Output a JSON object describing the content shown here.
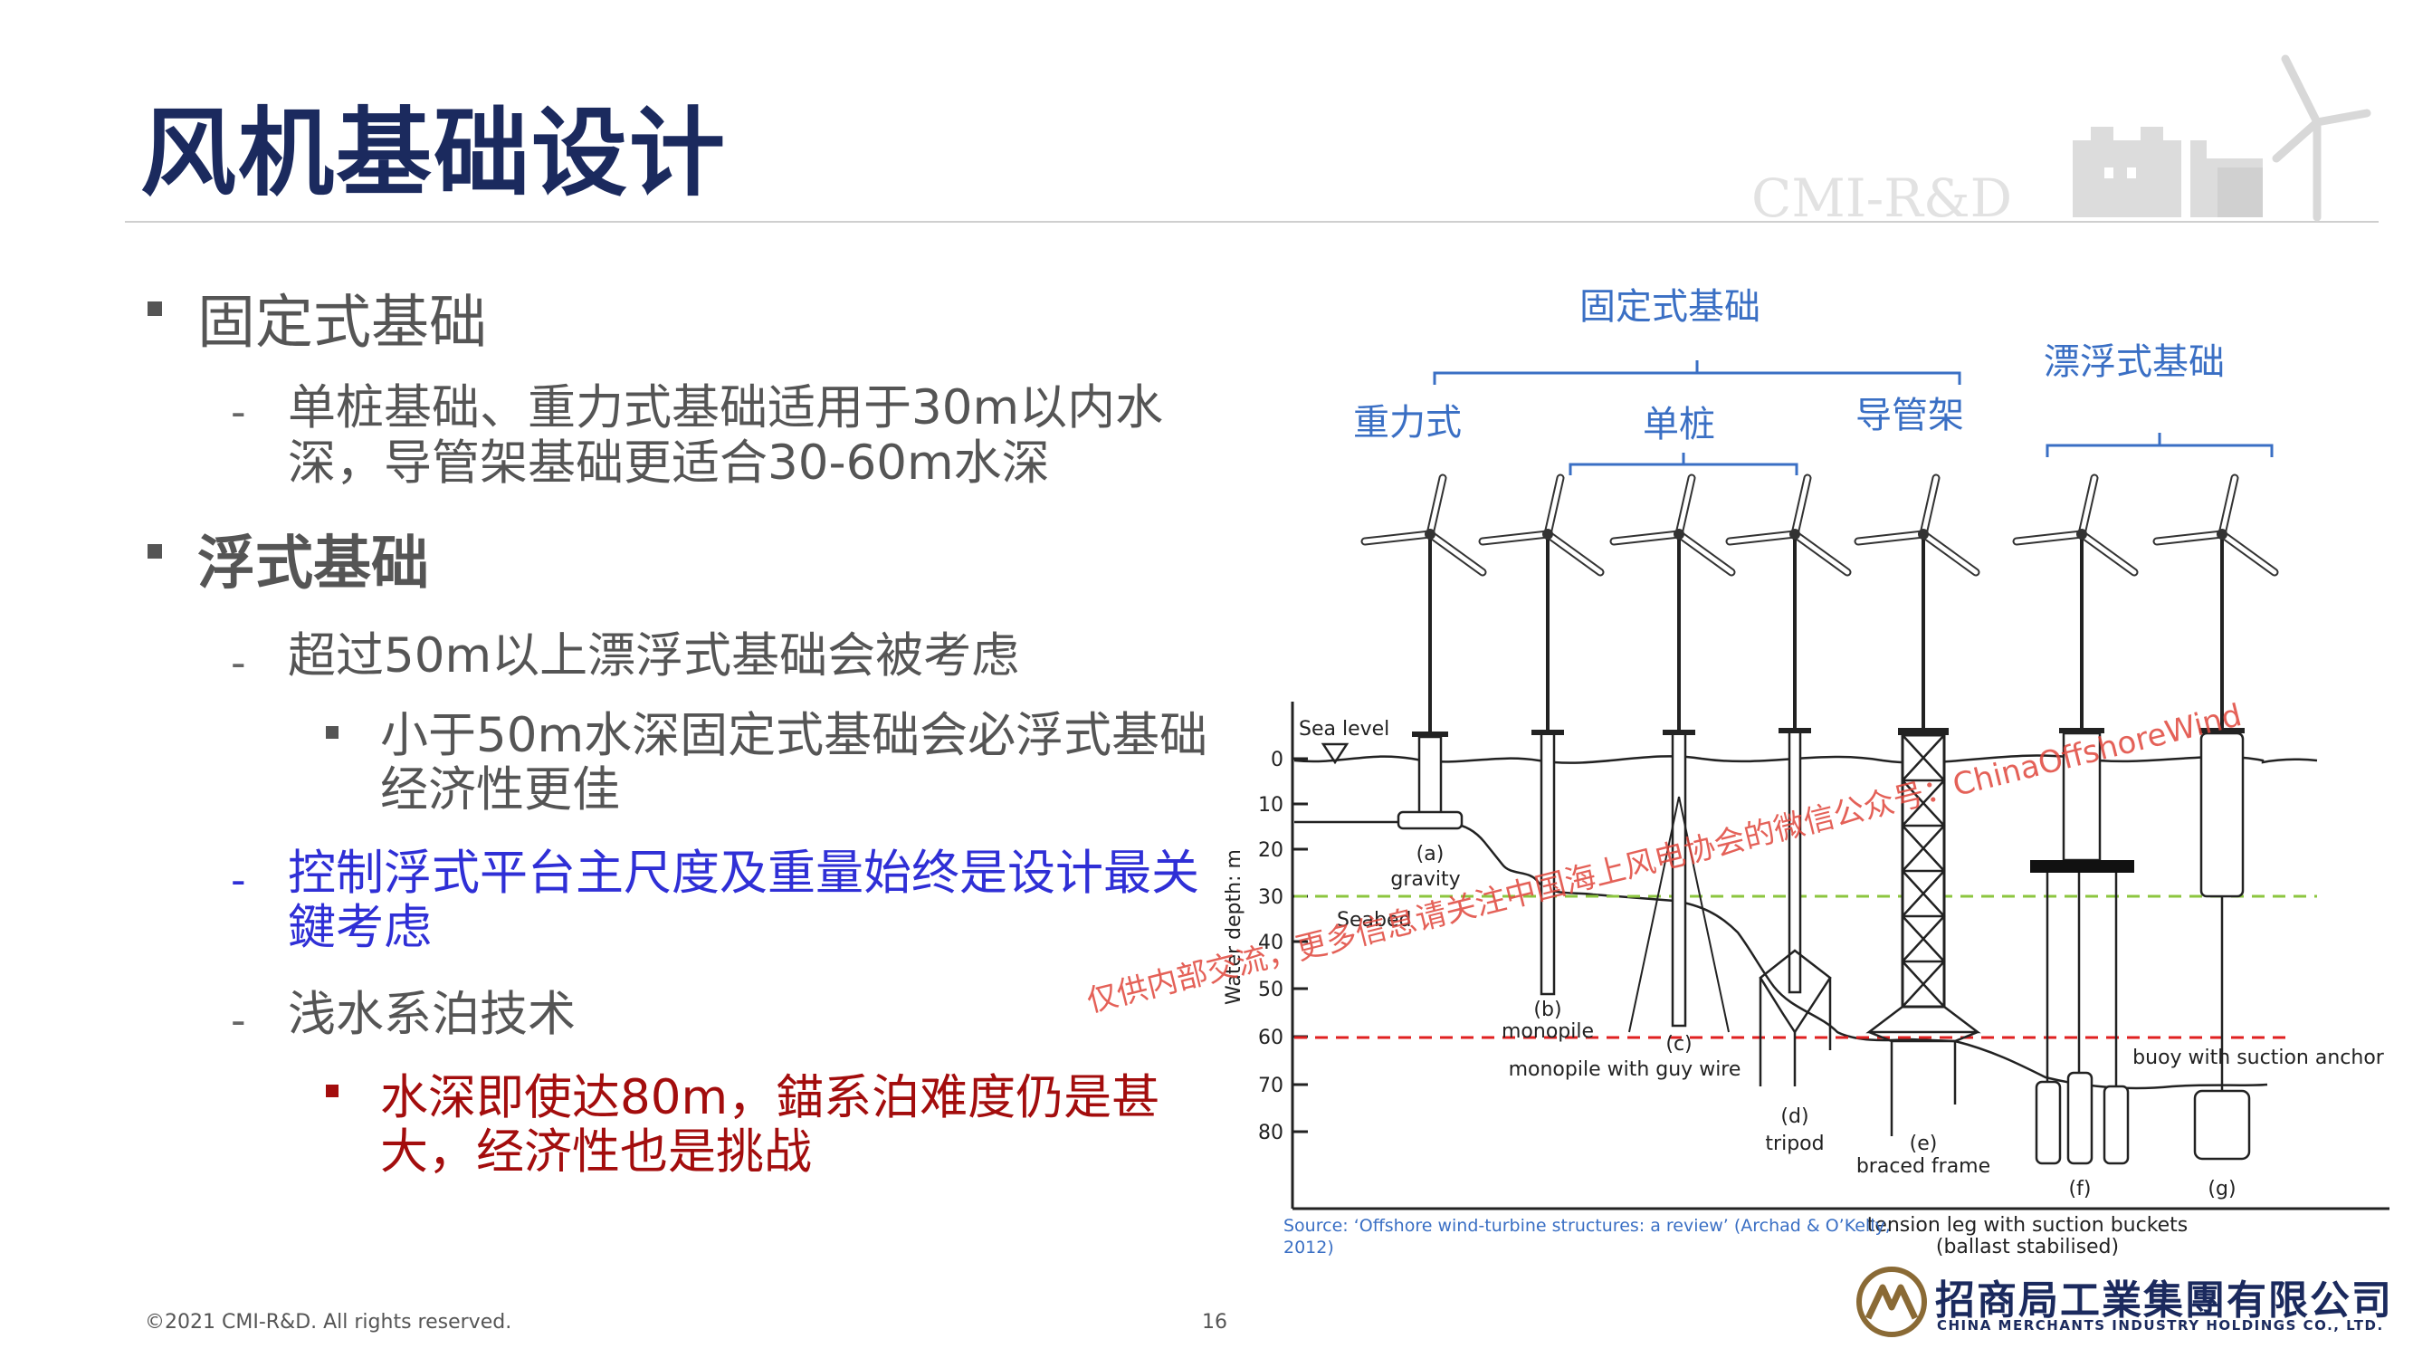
{
  "slide": {
    "title": "风机基础设计",
    "logo_text": "CMI-R&D",
    "page_number": "16",
    "copyright": "©2021 CMI-R&D. All rights reserved."
  },
  "bullets": {
    "fixed_heading": "固定式基础",
    "fixed_sub_line1": "单桩基础、重力式基础适用于30m以内水",
    "fixed_sub_line2": "深，导管架基础更适合30-60m水深",
    "floating_heading": "浮式基础",
    "floating_sub1": "超过50m以上漂浮式基础会被考虑",
    "floating_subsub_line1": "小于50m水深固定式基础会必浮式基础",
    "floating_subsub_line2": "经济性更佳",
    "floating_sub2_line1": "控制浮式平台主尺度及重量始终是设计最关",
    "floating_sub2_line2": "鍵考虑",
    "floating_sub3": "浅水系泊技术",
    "floating_sub3_point_line1": "水深即使达80m，錨系泊难度仍是甚",
    "floating_sub3_point_line2": "大，经济性也是挑战"
  },
  "diagram": {
    "group_fixed": "固定式基础",
    "group_floating": "漂浮式基础",
    "label_gravity_cn": "重力式",
    "label_monopile_cn": "单桩",
    "label_jacket_cn": "导管架",
    "sea_level": "Sea level",
    "seabed": "Seabed",
    "y_axis_label": "Water depth: m",
    "depth_ticks": [
      "0",
      "10",
      "20",
      "30",
      "40",
      "50",
      "60",
      "70",
      "80"
    ],
    "label_a": "(a)",
    "label_a_name": "gravity",
    "label_b": "(b)",
    "label_b_name": "monopile",
    "label_c": "(c)",
    "label_c_name": "monopile with guy wire",
    "label_d": "(d)",
    "label_d_name": "tripod",
    "label_e": "(e)",
    "label_e_name": "braced frame",
    "label_f": "(f)",
    "label_g": "(g)",
    "label_fg_name_line1": "tension leg with suction buckets",
    "label_fg_name_line2": "(ballast stabilised)",
    "label_g_name": "buoy with suction anchor",
    "source_line1": "Source: ‘Offshore wind-turbine structures: a review’ (Archad & O’Kelly,",
    "source_line2": "2012)"
  },
  "watermark": "仅供内部交流，更多信息请关注中国海上风电协会的微信公众号：ChinaOffshoreWind",
  "company": {
    "cn_name": "招商局工業集團有限公司",
    "en_name": "CHINA MERCHANTS INDUSTRY HOLDINGS CO., LTD."
  },
  "colors": {
    "title": "#1b2a5e",
    "diagram_blue": "#3a6fc4",
    "dashed_green": "#8cc63f",
    "dashed_red": "#e02020",
    "emphasis_blue": "#2f2fd6",
    "emphasis_red": "#a30d0d"
  }
}
